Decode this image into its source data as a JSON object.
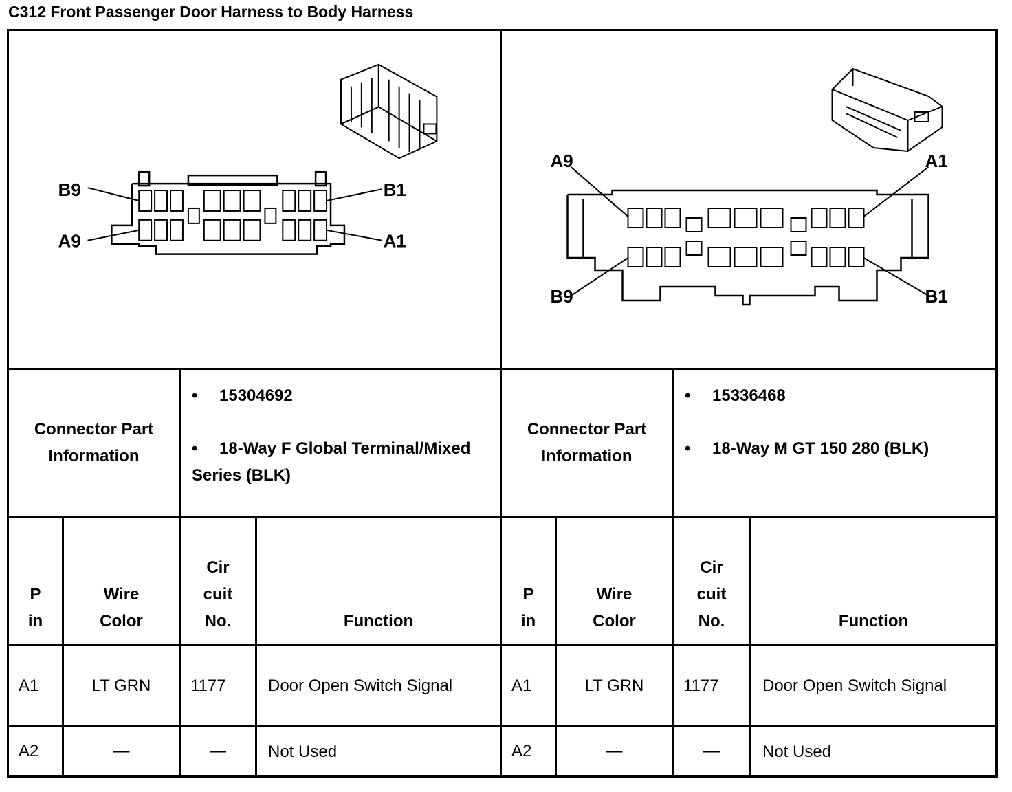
{
  "title": "C312 Front Passenger Door Harness to Body Harness",
  "left": {
    "labels": {
      "b9": "B9",
      "b1": "B1",
      "a9": "A9",
      "a1": "A1"
    },
    "info_label": [
      "Connector Part",
      "Information"
    ],
    "parts": [
      "15304692",
      "18-Way F Global Terminal/Mixed Series (BLK)"
    ]
  },
  "right": {
    "labels": {
      "a9": "A9",
      "a1": "A1",
      "b9": "B9",
      "b1": "B1"
    },
    "info_label": [
      "Connector Part",
      "Information"
    ],
    "parts": [
      "15336468",
      "18-Way M GT 150 280 (BLK)"
    ]
  },
  "bullet": "•",
  "headers": {
    "pin": [
      "P",
      "in"
    ],
    "wire": [
      "Wire",
      "Color"
    ],
    "circuit": [
      "Cir",
      "cuit",
      "No."
    ],
    "function": [
      "Function"
    ]
  },
  "rows": [
    {
      "pin": "A1",
      "wire": "LT GRN",
      "circuit": "1177",
      "function": "Door Open Switch Signal"
    },
    {
      "pin": "A2",
      "wire": "—",
      "circuit": "—",
      "function": "Not Used"
    }
  ]
}
